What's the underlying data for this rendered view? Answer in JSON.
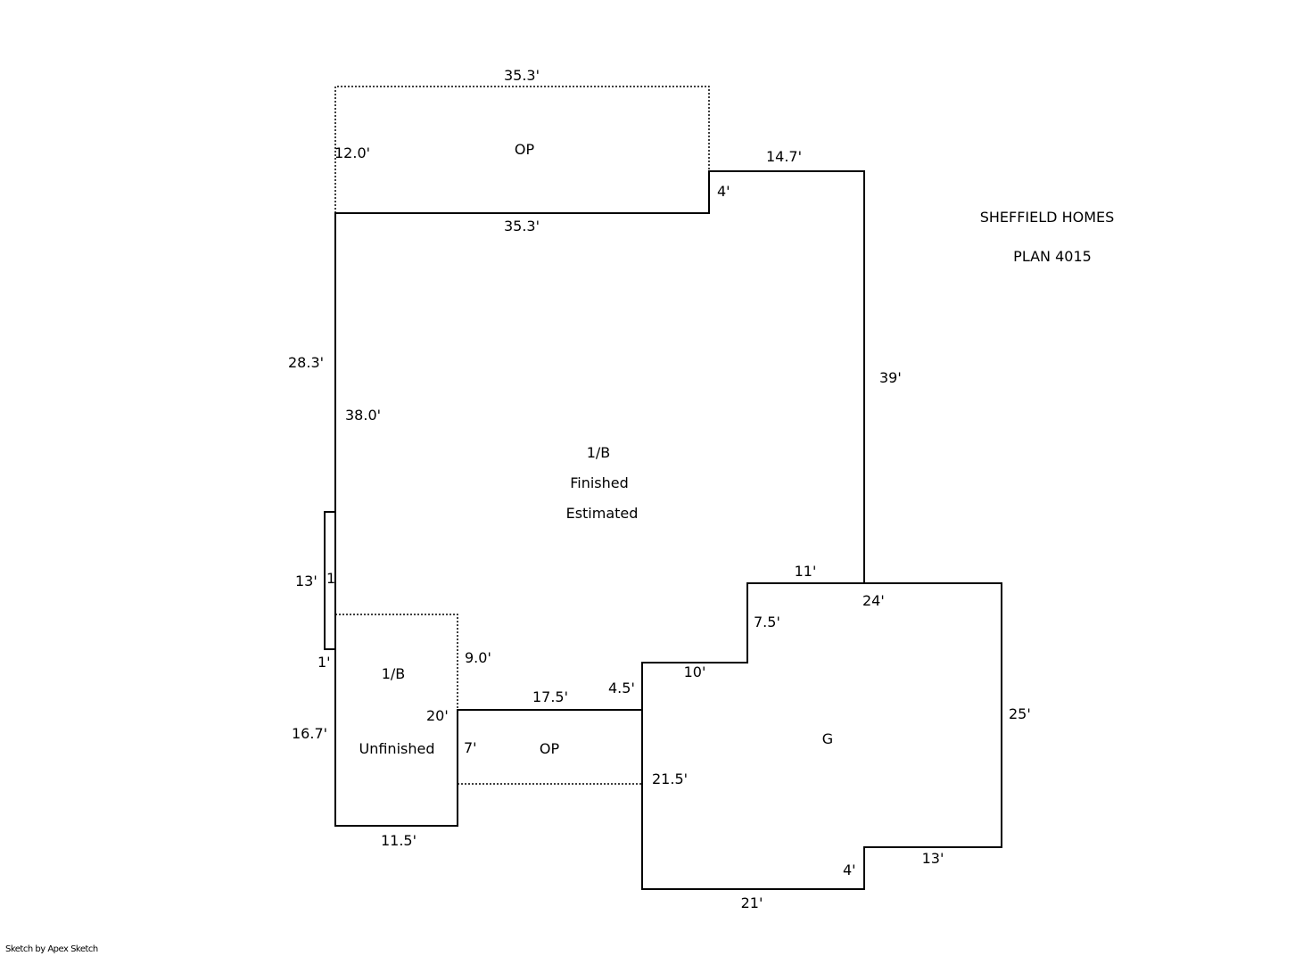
{
  "title": {
    "line1": "SHEFFIELD HOMES",
    "line2": "PLAN 4015"
  },
  "credit": "Sketch by Apex Sketch",
  "areas": {
    "main": {
      "l1": "1/B",
      "l2": "Finished",
      "l3": "Estimated"
    },
    "unfinished": {
      "l1": "1/B",
      "l2": "Unfinished"
    },
    "porch_top": "OP",
    "porch_bottom": "OP",
    "garage": "G"
  },
  "dims": {
    "op_top": "35.3'",
    "op_left": "12.0'",
    "op_bottom": "35.3'",
    "main_top_right": "14.7'",
    "main_step": "4'",
    "main_right": "39'",
    "main_left_outer": "28.3'",
    "main_left_inner": "38.0'",
    "bump_len": "13'",
    "bump_width": "1",
    "bump_bottom": "1'",
    "step_top": "11'",
    "garage_top": "24'",
    "step_side": "7.5'",
    "step_bottom": "10'",
    "garage_right": "25'",
    "garage_notch_top": "13'",
    "garage_notch_side": "4'",
    "garage_bottom": "21'",
    "garage_left": "21.5'",
    "op_bottom_step": "4.5'",
    "op_bottom_top": "17.5'",
    "op_bottom_side": "7'",
    "unf_right_dotted": "9.0'",
    "unf_right": "20'",
    "unf_left": "16.7'",
    "unf_bottom": "11.5'"
  }
}
